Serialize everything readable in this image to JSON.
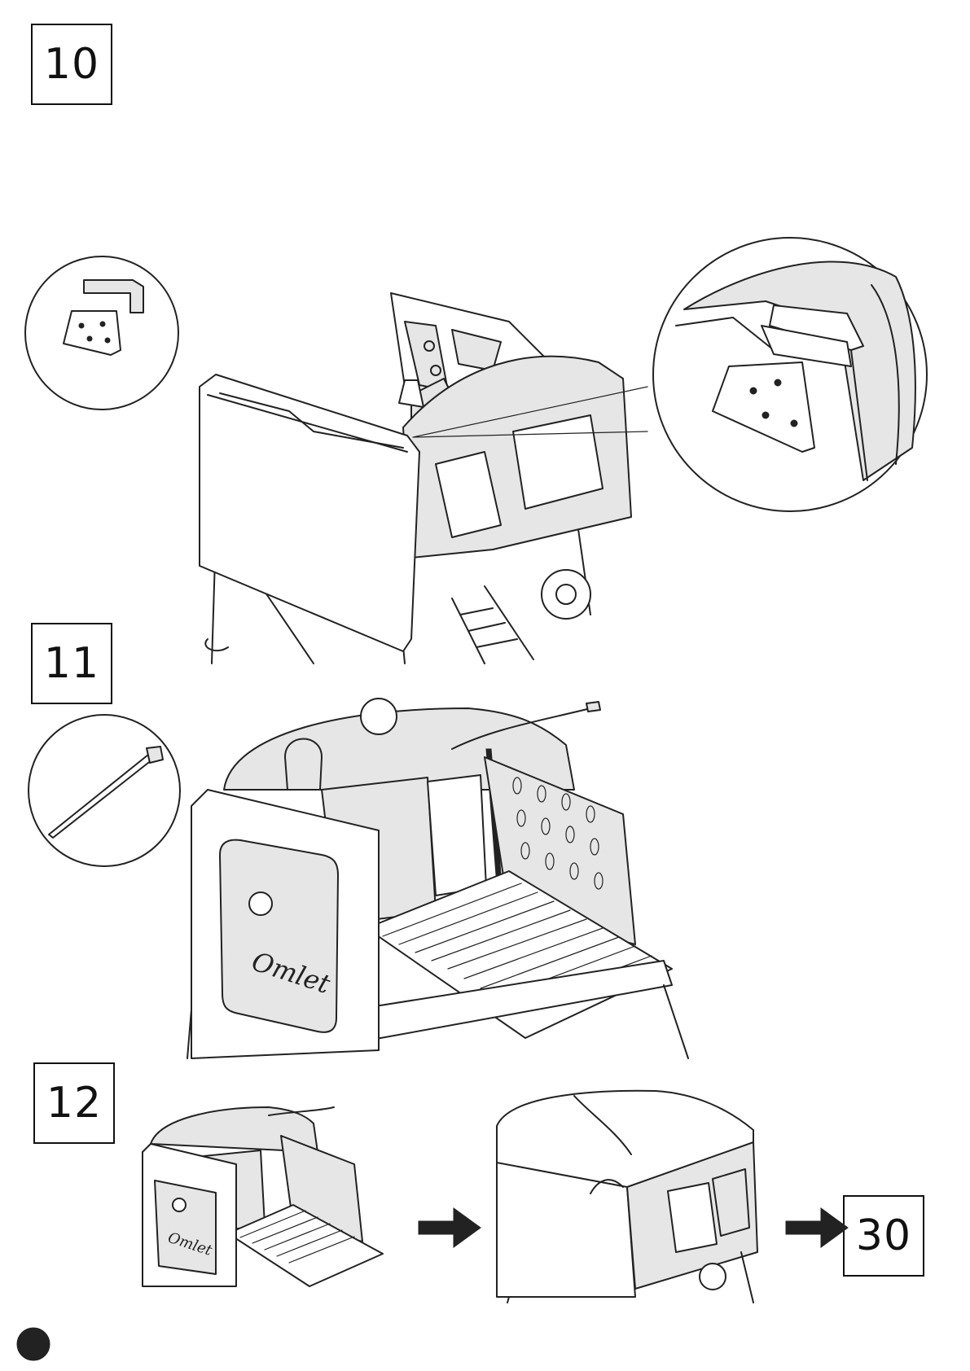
{
  "steps": [
    {
      "number": "10"
    },
    {
      "number": "11"
    },
    {
      "number": "12"
    }
  ],
  "next_page_ref": "30",
  "brand_text": "Omlet",
  "icons": [
    "bracket-detail-icon",
    "cable-tie-icon",
    "arrow-right-icon",
    "page-dot-icon"
  ]
}
